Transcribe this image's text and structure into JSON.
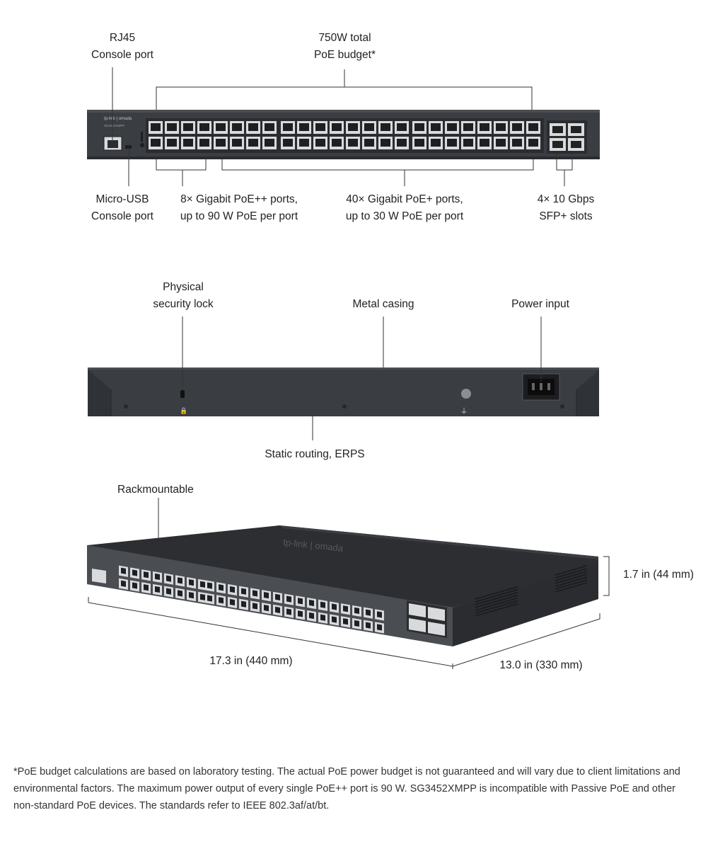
{
  "front_panel": {
    "brand_text": "tp-link | omada",
    "model_text": "SG3452XMPP",
    "labels": {
      "rj45": [
        "RJ45",
        "Console port"
      ],
      "poe_budget": [
        "750W total",
        "PoE budget*"
      ],
      "micro_usb": [
        "Micro-USB",
        "Console port"
      ],
      "poe_plus_plus": [
        "8× Gigabit PoE++ ports,",
        "up to 90 W PoE per port"
      ],
      "poe_plus": [
        "40× Gigabit PoE+ ports,",
        "up to 30 W PoE per port"
      ],
      "sfp": [
        "4× 10 Gbps",
        "SFP+ slots"
      ]
    }
  },
  "rear_panel": {
    "labels": {
      "lock": [
        "Physical",
        "security lock"
      ],
      "casing": [
        "Metal casing"
      ],
      "power": [
        "Power input"
      ],
      "routing": [
        "Static routing, ERPS"
      ]
    }
  },
  "perspective_view": {
    "labels": {
      "rack": "Rackmountable",
      "height": "1.7 in (44 mm)",
      "width": "17.3 in (440 mm)",
      "depth": "13.0 in (330 mm)"
    }
  },
  "footnote": "*PoE budget calculations are based on laboratory testing. The actual PoE power budget is not guaranteed and will vary due to client limitations and environmental factors. The maximum power output of every single PoE++ port is 90 W. SG3452XMPP is incompatible with Passive PoE and other non-standard PoE devices. The standards refer to IEEE 802.3af/at/bt.",
  "colors": {
    "chassis": "#3a3d42",
    "chassis_dark": "#2a2c30",
    "port_face": "#d8dadc",
    "line": "#333333"
  }
}
